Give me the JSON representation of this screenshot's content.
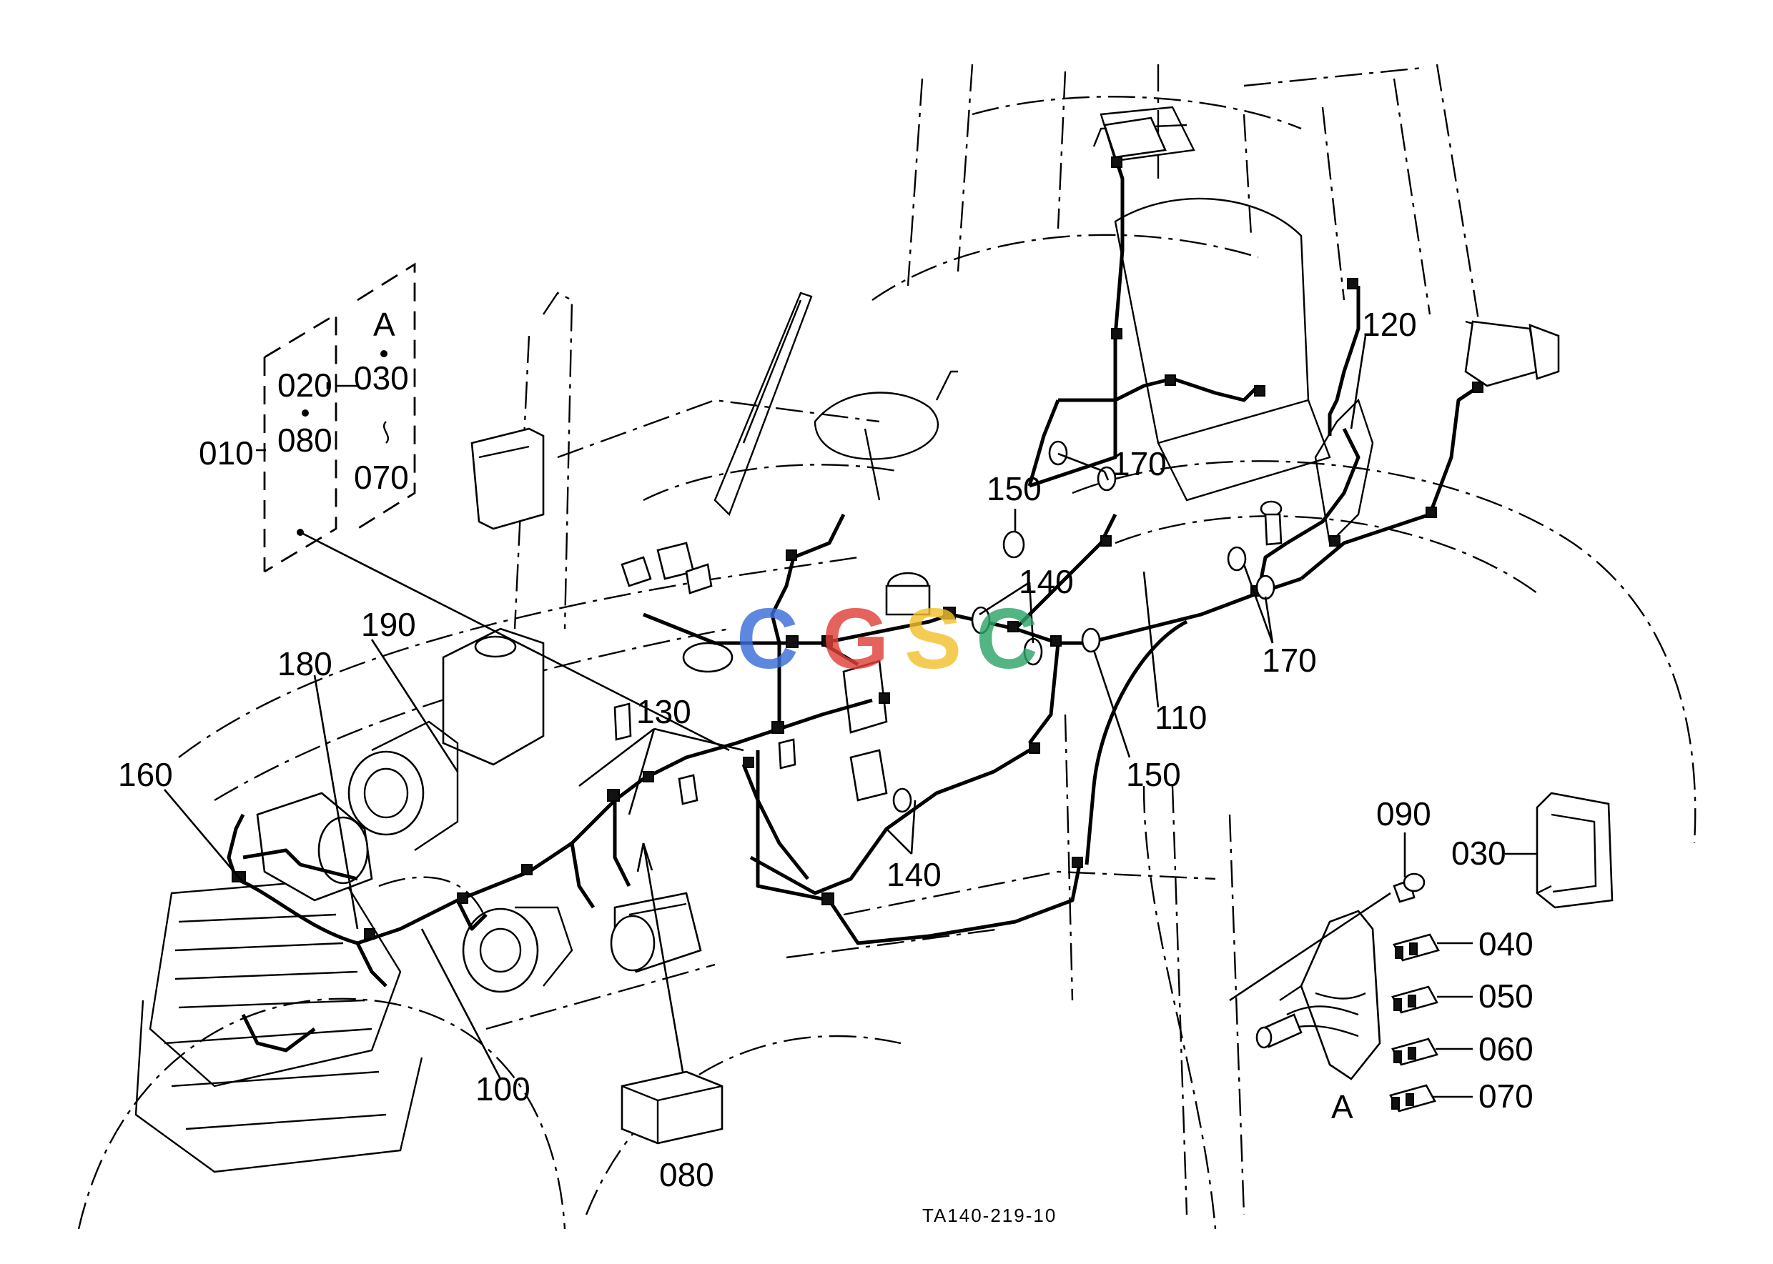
{
  "diagram": {
    "drawing_code": "TA140-219-10",
    "watermark": {
      "letters": [
        "C",
        "G",
        "S",
        "C"
      ],
      "colors": [
        "#3b6fd8",
        "#e0403a",
        "#f2c12e",
        "#2fa56a"
      ]
    },
    "callouts": {
      "c010": "010",
      "c020": "020",
      "c080a": "080",
      "cA_top": "A",
      "c030a": "030",
      "c070a": "070",
      "c190": "190",
      "c180": "180",
      "c160": "160",
      "c130": "130",
      "c100": "100",
      "c080b": "080",
      "c140a": "140",
      "c140b": "140",
      "c150a": "150",
      "c150b": "150",
      "c170a": "170",
      "c170b": "170",
      "c110": "110",
      "c120": "120",
      "c090": "090",
      "c030b": "030",
      "c040": "040",
      "c050": "050",
      "c060": "060",
      "c070b": "070",
      "cA_bottom": "A"
    }
  }
}
